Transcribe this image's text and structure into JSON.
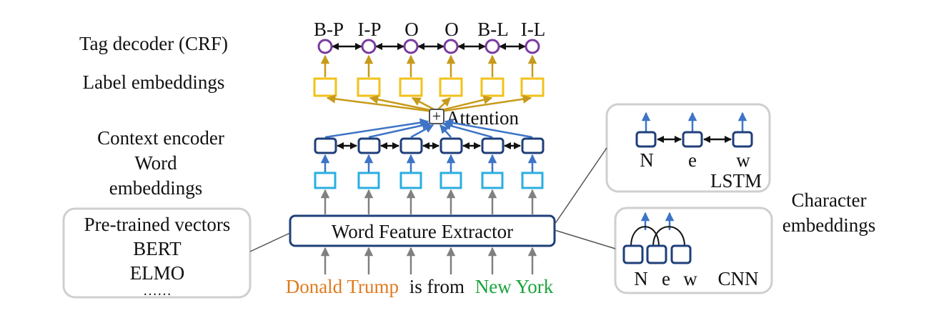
{
  "colors": {
    "orange": "#e07b1f",
    "green": "#1aa33a",
    "purple": "#7a3aa0",
    "gold": "#f2c21a",
    "gold_arrow": "#c79a1a",
    "navy": "#1f3f7a",
    "blue_arrow": "#3d74c6",
    "cyan": "#2aaee2",
    "gray": "#808080",
    "panel_border": "#cfcfcf"
  },
  "labels": {
    "tag_decoder": "Tag decoder (CRF)",
    "label_embeddings": "Label embeddings",
    "attention": "Attention",
    "plus": "+",
    "context_encoder": "Context encoder",
    "word": "Word",
    "embeddings": "embeddings",
    "extractor": "Word Feature Extractor",
    "character": "Character",
    "character_embeddings": "embeddings"
  },
  "tags": [
    {
      "text": "B-P",
      "color": "orange"
    },
    {
      "text": "I-P",
      "color": "orange"
    },
    {
      "text": "O",
      "color": "black"
    },
    {
      "text": "O",
      "color": "black"
    },
    {
      "text": "B-L",
      "color": "green"
    },
    {
      "text": "I-L",
      "color": "green"
    }
  ],
  "sentence": {
    "person": "Donald Trump",
    "middle": "is from",
    "location": "New York"
  },
  "pretrained": {
    "line1": "Pre-trained vectors",
    "line2": "BERT",
    "line3": "ELMO",
    "ellipsis": "……"
  },
  "lstm_panel": {
    "chars": [
      "N",
      "e",
      "w"
    ],
    "label": "LSTM"
  },
  "cnn_panel": {
    "chars": [
      "N",
      "e",
      "w"
    ],
    "label": "CNN"
  }
}
